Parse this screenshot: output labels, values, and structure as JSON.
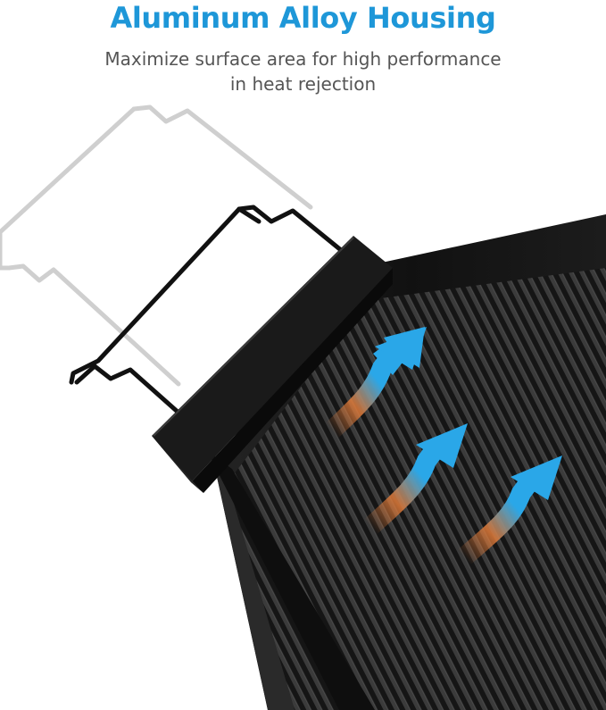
{
  "headline": "Aluminum Alloy Housing",
  "subline_1": "Maximize surface area for high performance",
  "subline_2": "in heat rejection",
  "colors": {
    "accent": "#1e97d8",
    "body_text": "#555555",
    "housing": "#161616",
    "arrow_blue": "#2aa7e8",
    "arrow_orange": "#e07b3a"
  }
}
